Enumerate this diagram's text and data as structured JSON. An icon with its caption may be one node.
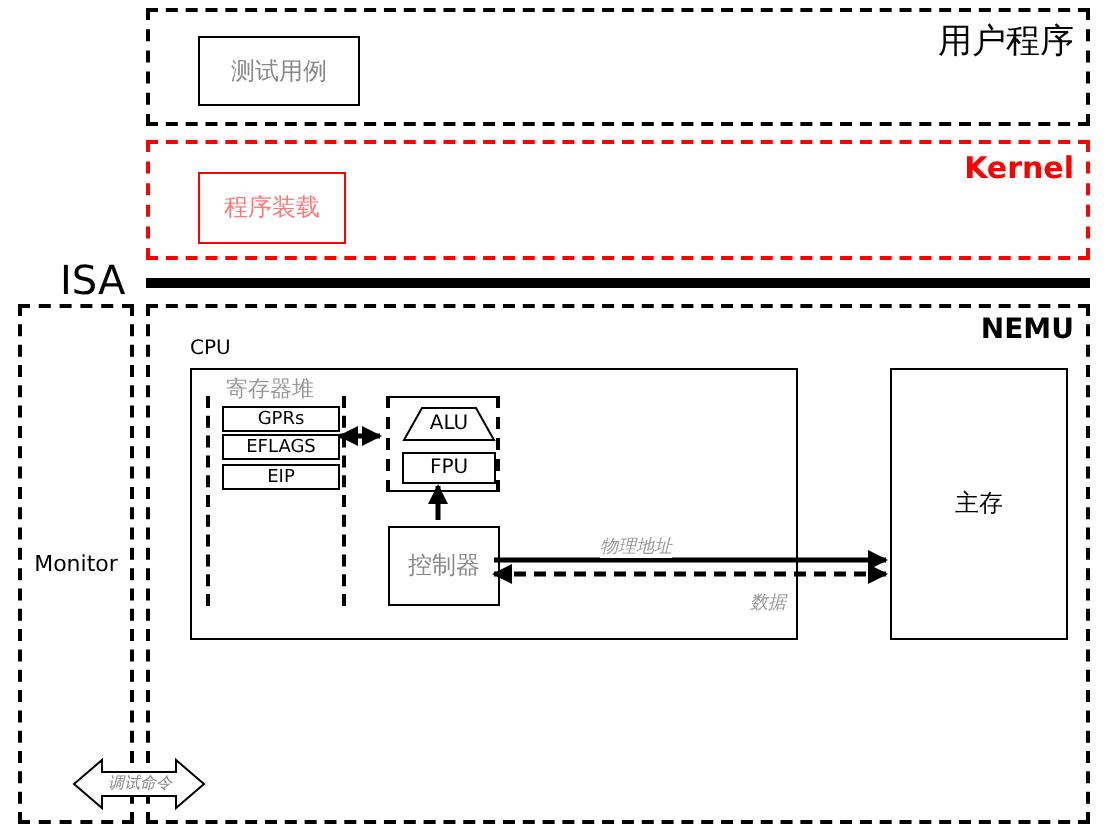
{
  "diagram": {
    "nodes": [
      {
        "text": [
          "用户程序"
        ]
      },
      {
        "text": [
          "测试用例"
        ],
        "in": 0
      },
      {
        "text": [
          "Kernel"
        ]
      },
      {
        "text": [
          "程序装载"
        ],
        "in": 2
      },
      {
        "text": [
          "Monitor"
        ]
      },
      {
        "text": [
          "NEMU"
        ]
      },
      {
        "text": [
          "CPU"
        ],
        "in": 5
      },
      {
        "text": [
          "主存"
        ],
        "in": 5
      },
      {
        "text": [
          "寄存器堆"
        ],
        "in": 6
      },
      {
        "text": [
          "GPRs"
        ],
        "in": 8
      },
      {
        "text": [
          "EFLAGS"
        ],
        "in": 8
      },
      {
        "text": [
          "EIP"
        ],
        "in": 8
      },
      {
        "text": [],
        "shape": "box",
        "in": 6
      },
      {
        "text": [
          "ALU"
        ],
        "in": 12
      },
      {
        "text": [
          "FPU"
        ],
        "in": 12
      },
      {
        "text": [
          "控制器"
        ],
        "in": 6
      }
    ],
    "edges": [
      {
        "from": 8,
        "to": 12,
        "arrow": "both"
      },
      {
        "from": 15,
        "to": 12,
        "arrow": "to"
      },
      {
        "from": 15,
        "to": 7,
        "arrow": "to",
        "label": "物理地址"
      },
      {
        "from": 15,
        "to": 7,
        "arrow": "both",
        "style": "dashed",
        "label": "数据"
      },
      {
        "from": 4,
        "to": 5,
        "arrow": "both",
        "label": "调试命令"
      }
    ],
    "labels": [
      "ISA"
    ]
  }
}
